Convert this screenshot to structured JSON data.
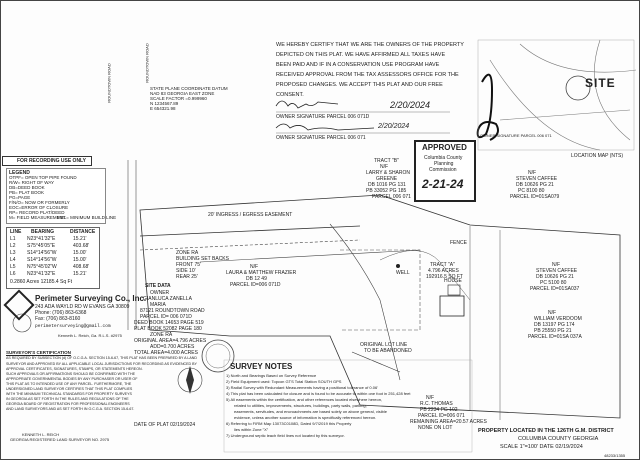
{
  "certification": {
    "lines": [
      "WE HEREBY CERTIFY THAT WE ARE THE OWNERS OF THE PROPERTY",
      "DEPICTED ON THIS PLAT. WE HAVE AFFIRMED ALL TAXES HAVE",
      "BEEN PAID AND IF IN A CONSERVATION USE PROGRAM HAVE",
      "RECEIVED APPROVAL FROM THE TAX ASSESSORS OFFICE FOR THE",
      "PROPOSED CHANGES. WE ACCEPT THIS PLAT AND OUR FREE",
      "CONSENT."
    ],
    "date1": "2/20/2024",
    "date2": "2/20/2024",
    "sig_label1": "OWNER SIGNATURE  PARCEL 006 071D",
    "sig_label2": "OWNER SIGNATURE  PARCEL 006 071"
  },
  "site_label": "SITE",
  "location_map_label": "LOCATION MAP (NTS)",
  "owner_sig_small": "OWNER SIGNATURE  PARCEL 006 071",
  "approved": {
    "title": "APPROVED",
    "line1": "Columbia County",
    "line2": "Planning",
    "line3": "Commission",
    "date": "2-21-24"
  },
  "recording": "FOR RECORDING USE ONLY",
  "datum": [
    "STATE PLANE COORDINATE DATUM",
    "NAD 83 GEORGIA EAST ZONE",
    "SCALE FACTOR =0.999960",
    "N 1234567.89",
    "E 654321.98"
  ],
  "legend": {
    "title": "LEGEND",
    "items": [
      "OTPF= OPEN TOP PIPE FOUND",
      "R/W= RIGHT OF WAY",
      "DB=DEED BOOK",
      "PB= PLAT BOOK",
      "PG=PAGE",
      "F/N/O= NOW OR FORMERLY",
      "EOC=ERROR OF CLOSURE",
      "RP= RECORD PLAT/DEED",
      "M= FIELD MEASUREMENT",
      "MBL= MINIMUM BUILD LINE"
    ]
  },
  "line_table": {
    "headers": [
      "LINE",
      "BEARING",
      "DISTANCE"
    ],
    "rows": [
      [
        "L1",
        "N23°41'32\"E",
        "15.21'"
      ],
      [
        "L2",
        "S75°45'05\"E",
        "403.68'"
      ],
      [
        "L3",
        "S14°14'56\"W",
        "15.00'"
      ],
      [
        "L4",
        "S14°14'56\"W",
        "15.00'"
      ],
      [
        "L5",
        "N75°45'02\"W",
        "408.68'"
      ],
      [
        "L6",
        "N23°41'32\"E",
        "15.21'"
      ]
    ],
    "area": "0.2860 Acres   12185.4 Sq Ft"
  },
  "company": {
    "name": "Perimeter Surveying Co., Inc.",
    "addr": "243 ADA WAYLD RD  W EVANS GA 30809",
    "phone": "Phone: (706) 863-6368",
    "fax": "Fax: (706) 863-8160",
    "email": "perimetersurveying@gmail.com",
    "signer": "Kenneth L. Reich, Ga. R.L.S. #2975"
  },
  "tracts": {
    "tract_b": [
      "TRACT \"B\"",
      "N/F",
      "LARRY & SHARON",
      "GREENE",
      "DB 1016 PG 131",
      "PB 33052 PG 185",
      "PARCEL 006 071"
    ],
    "caffee1": [
      "N/F",
      "STEVEN CAFFEE",
      "DB 10626 PG 21",
      "PC 8100 80",
      "PARCEL ID=01SA079"
    ],
    "tract_a": [
      "TRACT \"A\"",
      "4.796 ACRES",
      "192916.5 SQ FT"
    ],
    "caffee2": [
      "N/F",
      "STEVEN CAFFEE",
      "DB 10626 PG 21",
      "PC 5100 80",
      "PARCEL ID=01SA037"
    ],
    "verdoom": [
      "N/F",
      "WILLIAM VERDOOM",
      "DB 13197 PG 174",
      "PB 25550 PG 21",
      "PARCEL ID=01SA 037A"
    ],
    "frazier": [
      "N/F",
      "LAURA & MATTHEW FRAZIER",
      "DB 12 49",
      "PARCEL ID=006 071D"
    ],
    "thomas": [
      "N/F",
      "R.C. THOMAS",
      "PB 2234 PG 102",
      "PARCEL ID=006 071"
    ],
    "remaining": "REMAINING AREA=20.57 ACRES",
    "none": "NONE ON LOT"
  },
  "plan_labels": {
    "easement": "20' INGRESS / EGRESS EASEMENT",
    "well": "WELL",
    "house": "HOUSE",
    "fence": "FENCE",
    "zone": "ZONE RA",
    "setbacks": [
      "BUILDING SET BACKS",
      "FRONT 75'",
      "SIDE 10'",
      "REAR 25'"
    ],
    "original_lot": [
      "ORIGINAL LOT LINE",
      "TO BE ABANDONED"
    ],
    "arrow": "ORIGINAL LOT LINE"
  },
  "site_data": [
    "SITE DATA",
    "OWNER",
    "GIANLUCA ZANELLA",
    "MARIA",
    "87121 ROUNDTOWN ROAD",
    "PARCEL ID= 006 071D",
    "DEED BOOK 14653 PAGE 519",
    "PLAT BOOK 52082 PAGE 180",
    "ZONE RA",
    "ORIGINAL AREA=4.796 ACRES",
    "ADD=0.700 ACRES",
    "TOTAL AREA=4.000 ACRES"
  ],
  "survey_notes": {
    "title": "SURVEY NOTES",
    "items": [
      "1) North and Bearings Based on Survey Reference",
      "2) Field Equipment used: Topcon GTS Total Station SOUTH GPS",
      "3) Radial Survey with Redundant Measurements having a positional tolerance of 0.06'",
      "4) This plat has been calculated for closure and is found to be accurate to within one foot in 251,428 feet",
      "5) All easements within the certification, and other references located elsewhere hereon,",
      "related to utilities, improvements, structures, buildings, party walls, parking,",
      "easements, servitudes, and encroachments are based solely on above general, visible",
      "evidence, unless another source of information is specifically referenced hereon.",
      "6) Referring to FIRM Map 13073C0108D, Dated 9/7/2019 this Property",
      "lies within Zone \"X\"",
      "7) Underground septic leach field lines not located by this surveyor."
    ]
  },
  "surveyor_cert": {
    "title": "SURVEYOR'S CERTIFICATION",
    "lines": [
      "AS REQUIRED BY SUBSECTION (d) OF O.C.G.A. SECTION 15-6-67, THIS PLAT HAS BEEN PREPARED BY A LAND",
      "SURVEYOR AND APPROVED BY ALL APPLICABLE LOCAL JURISDICTIONS FOR RECORDING AS EVIDENCED BY",
      "APPROVAL CERTIFICATES, SIGNATURES, STAMPS, OR STATEMENTS HEREON.",
      "SUCH APPROVALS OR AFFIRMATIONS SHOULD BE CONFIRMED WITH THE",
      "APPROPRIATE GOVERNMENTAL BODIES BY ANY PURCHASER OR USER OF",
      "THIS PLAT AS TO INTENDED USE OF ANY PARCEL. FURTHERMORE, THE",
      "UNDERSIGNED LAND SURVEYOR CERTIFIES THAT THIS PLAT COMPLIES",
      "WITH THE MINIMUM TECHNICAL STANDARDS FOR PROPERTY SURVEYS",
      "IN GEORGIA AS SET FORTH IN THE RULES AND REGULATIONS OF THE",
      "GEORGIA BOARD OF REGISTRATION FOR PROFESSIONAL ENGINEERS",
      "AND LAND SURVEYORS AND AS SET FORTH IN O.C.G.A. SECTION 15-6-67."
    ],
    "footer": [
      "KENNETH L. REICH",
      "GEORGIA REGISTERED LAND SURVEYOR NO. 2975"
    ]
  },
  "plat_date": "DATE OF PLAT 02/19/2024",
  "property_location": [
    "PROPERTY LOCATED IN THE 126TH G.M. DISTRICT",
    "COLUMBIA COUNTY GEORGIA",
    "SCALE 1\"=100'  DATE 02/19/2024"
  ],
  "drawing_no": "48233/1355",
  "road_names": {
    "left_road": "ROUNDTOWN ROAD",
    "top_road": "ROUNDTOWN ROAD"
  }
}
